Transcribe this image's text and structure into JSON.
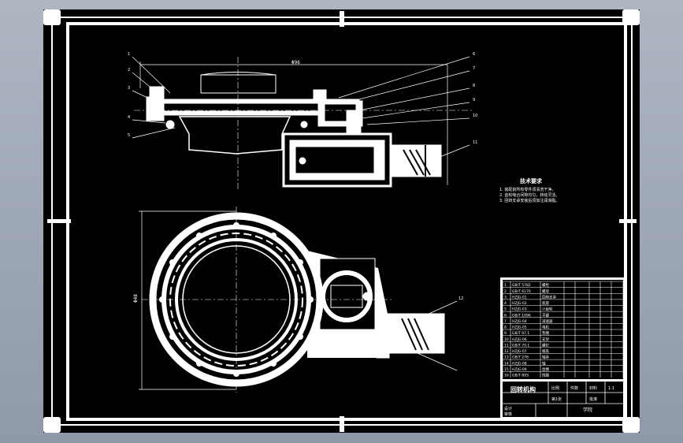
{
  "title_block": {
    "drawing_name": "回转机构",
    "scale_header": "比例",
    "scale_value": "1:1",
    "quantity_header": "件数",
    "material_header": "材料",
    "sheet_label": "第1张",
    "drawn_by": "设计",
    "checked_by": "审核",
    "company": "学院",
    "approved": "批准"
  },
  "technical_requirements": {
    "heading": "技术要求",
    "lines": [
      "1. 装配前所有零件须清洗干净。",
      "2. 齿轮啮合间隙均匀，转动灵活。",
      "3. 回转支承安装后须加注润滑脂。"
    ]
  },
  "bom": {
    "rows": [
      {
        "no": "1",
        "code": "GB/T 5782",
        "name": "螺栓"
      },
      {
        "no": "2",
        "code": "GB/T 6170",
        "name": "螺母"
      },
      {
        "no": "3",
        "code": "HZJG-01",
        "name": "回转支承"
      },
      {
        "no": "4",
        "code": "HZJG-02",
        "name": "底座"
      },
      {
        "no": "5",
        "code": "HZJG-03",
        "name": "小齿轮"
      },
      {
        "no": "6",
        "code": "GB/T 1096",
        "name": "平键"
      },
      {
        "no": "7",
        "code": "HZJG-04",
        "name": "减速器"
      },
      {
        "no": "8",
        "code": "HZJG-05",
        "name": "电机"
      },
      {
        "no": "9",
        "code": "GB/T 97.1",
        "name": "垫圈"
      },
      {
        "no": "10",
        "code": "HZJG-06",
        "name": "支架"
      },
      {
        "no": "11",
        "code": "GB/T 70.1",
        "name": "螺钉"
      },
      {
        "no": "12",
        "code": "HZJG-07",
        "name": "端盖"
      },
      {
        "no": "13",
        "code": "GB/T 276",
        "name": "轴承"
      },
      {
        "no": "14",
        "code": "HZJG-08",
        "name": "轴"
      },
      {
        "no": "15",
        "code": "HZJG-09",
        "name": "齿圈"
      },
      {
        "no": "16",
        "code": "GB/T 893",
        "name": "挡圈"
      }
    ]
  },
  "dimensions": {
    "top_width": "Φ96",
    "side_height": "Φ48"
  },
  "balloons": [
    "1",
    "2",
    "3",
    "4",
    "5",
    "6",
    "7",
    "8",
    "9",
    "10",
    "11",
    "12"
  ]
}
